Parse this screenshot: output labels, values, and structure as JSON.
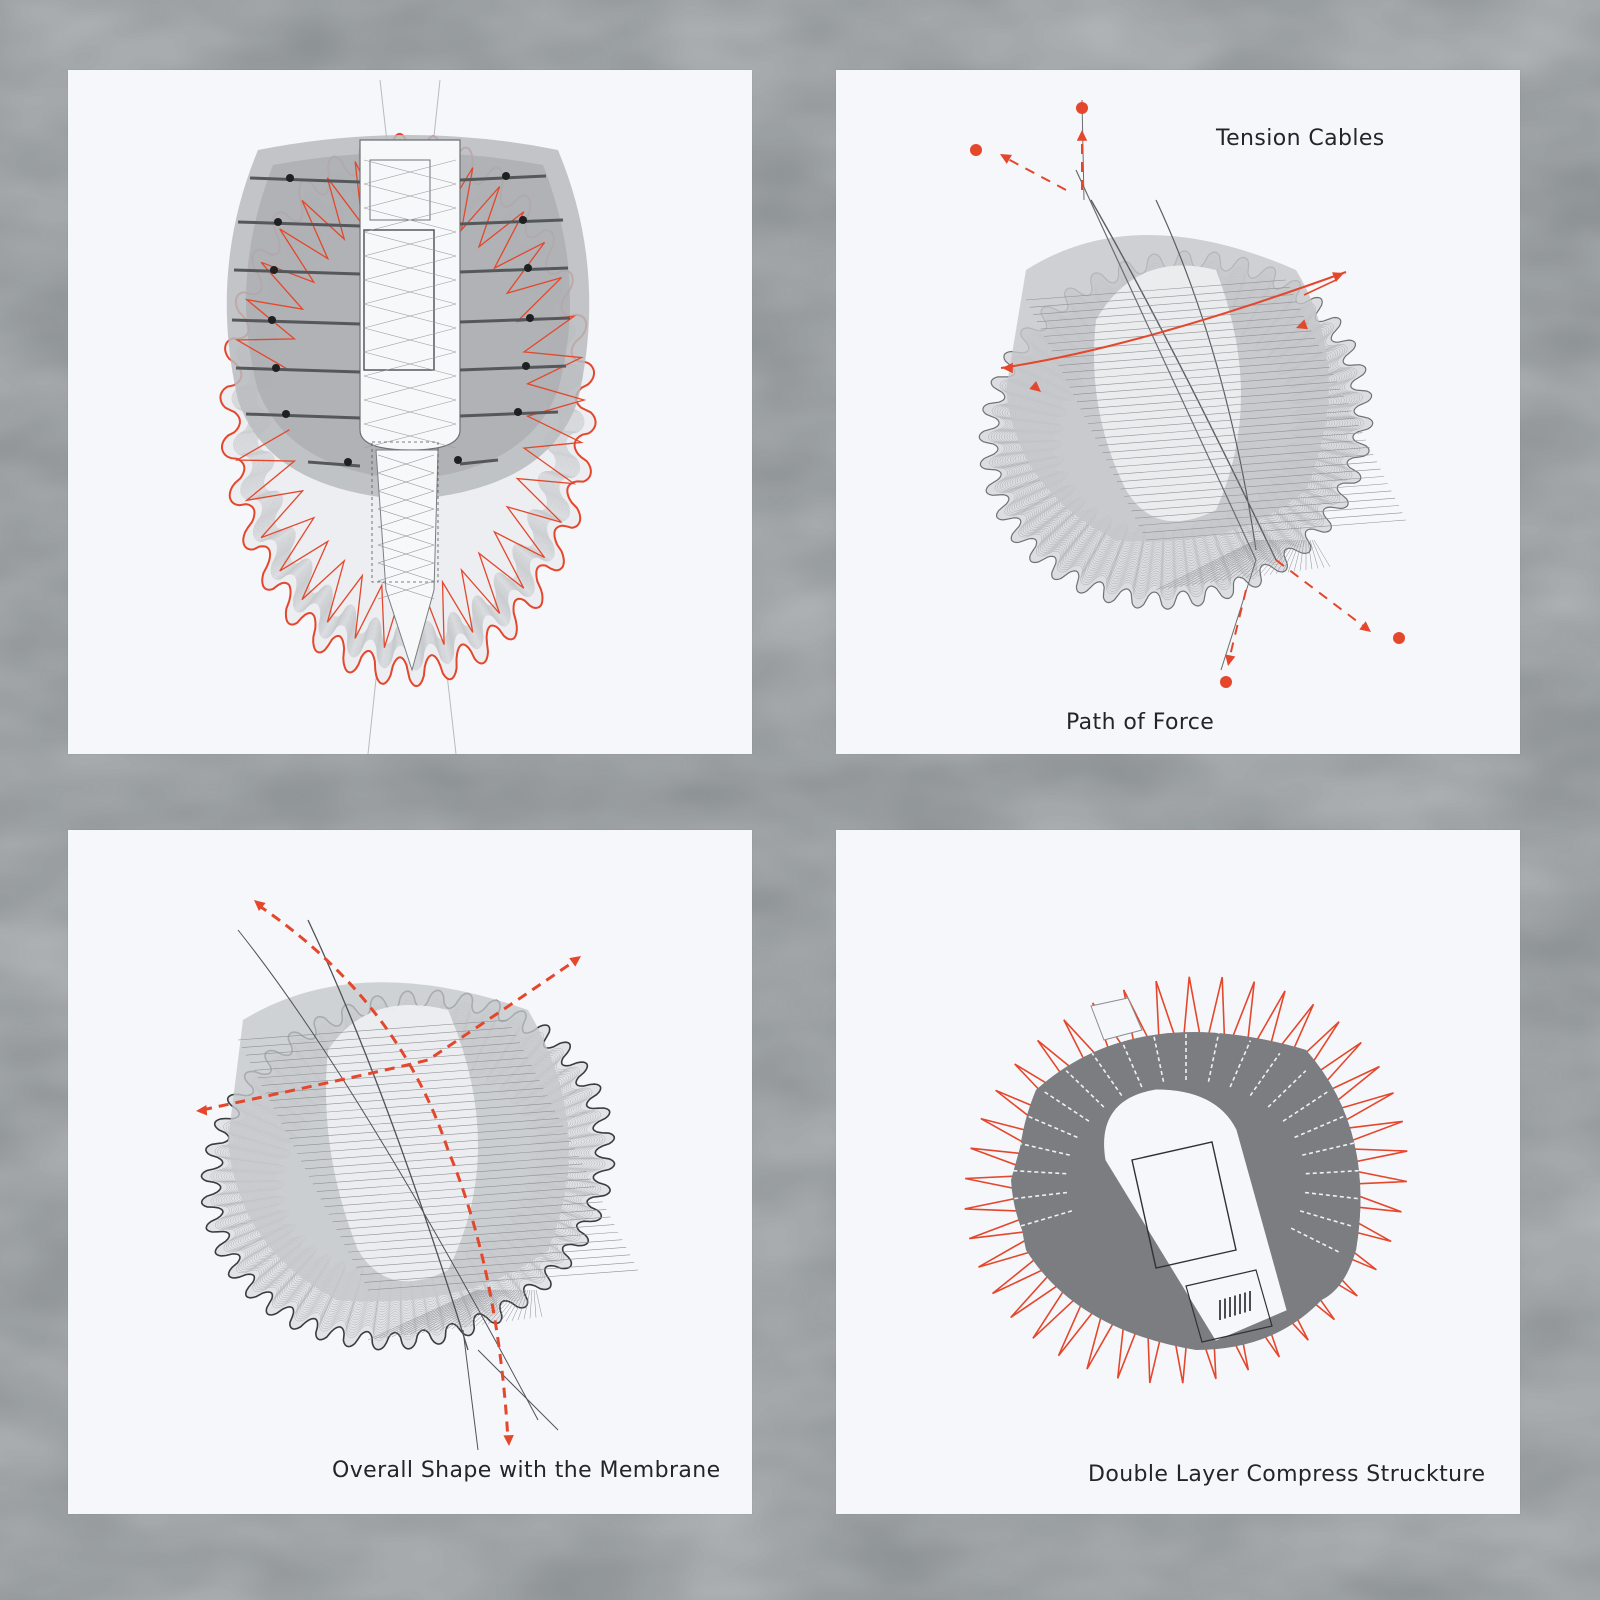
{
  "colors": {
    "background": "#8e9396",
    "panel": "#f6f7fa",
    "accent_red": "#e4472c",
    "membrane_gray": "#b9bbbe",
    "structure_dark": "#7b7d80",
    "line": "#6f7275"
  },
  "panels": [
    {
      "id": "plan-view",
      "captions": []
    },
    {
      "id": "tension-view",
      "captions": [
        "Tension Cables",
        "Path of Force"
      ]
    },
    {
      "id": "membrane-view",
      "captions": [
        "Overall Shape with the Membrane"
      ]
    },
    {
      "id": "compress-view",
      "captions": [
        "Double Layer Compress Struckture"
      ]
    }
  ],
  "labels": {
    "tension_cables": "Tension Cables",
    "path_of_force": "Path of Force",
    "overall_shape": "Overall Shape with the Membrane",
    "double_layer": "Double Layer Compress Struckture"
  }
}
